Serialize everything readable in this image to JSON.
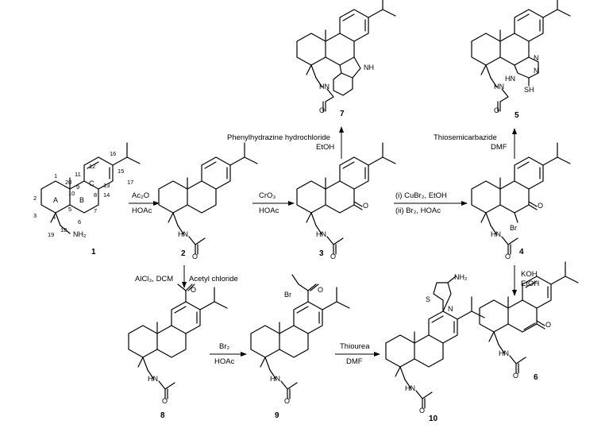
{
  "compounds": [
    {
      "id": "c1",
      "label": "1"
    },
    {
      "id": "c2",
      "label": "2"
    },
    {
      "id": "c3",
      "label": "3"
    },
    {
      "id": "c4",
      "label": "4"
    },
    {
      "id": "c5",
      "label": "5"
    },
    {
      "id": "c6",
      "label": "6"
    },
    {
      "id": "c7",
      "label": "7"
    },
    {
      "id": "c8",
      "label": "8"
    },
    {
      "id": "c9",
      "label": "9"
    },
    {
      "id": "c10",
      "label": "10"
    }
  ],
  "reagents": {
    "r1_top": "Ac₂O",
    "r1_bottom": "HOAc",
    "r2_top": "CrO₃",
    "r2_bottom": "HOAc",
    "r3_top": "(i) CuBr₂, EtOH",
    "r3_bottom": "(ii) Br₂, HOAc",
    "r4_line1": "Phenylhydrazine hydrochloride",
    "r4_line2": "EtOH",
    "r5_line1": "Thiosemicarbazide",
    "r5_line2": "DMF",
    "r6_line1": "KOH",
    "r6_line2": "EtOH",
    "r7_left": "AlCl₃, DCM",
    "r7_right": "Acetyl chloride",
    "r8_top": "Br₂",
    "r8_bottom": "HOAc",
    "r9_top": "Thiourea",
    "r9_bottom": "DMF"
  },
  "atom_labels": {
    "nh2": "NH₂",
    "nh": "NH",
    "hn": "HN",
    "o": "O",
    "br": "Br",
    "n": "N",
    "s": "S",
    "sh": "SH",
    "ring_a": "A",
    "ring_b": "B",
    "ring_c": "C"
  },
  "atom_numbers": [
    "1",
    "2",
    "3",
    "4",
    "5",
    "6",
    "7",
    "8",
    "9",
    "10",
    "11",
    "12",
    "13",
    "14",
    "15",
    "16",
    "17",
    "18",
    "19",
    "20"
  ]
}
